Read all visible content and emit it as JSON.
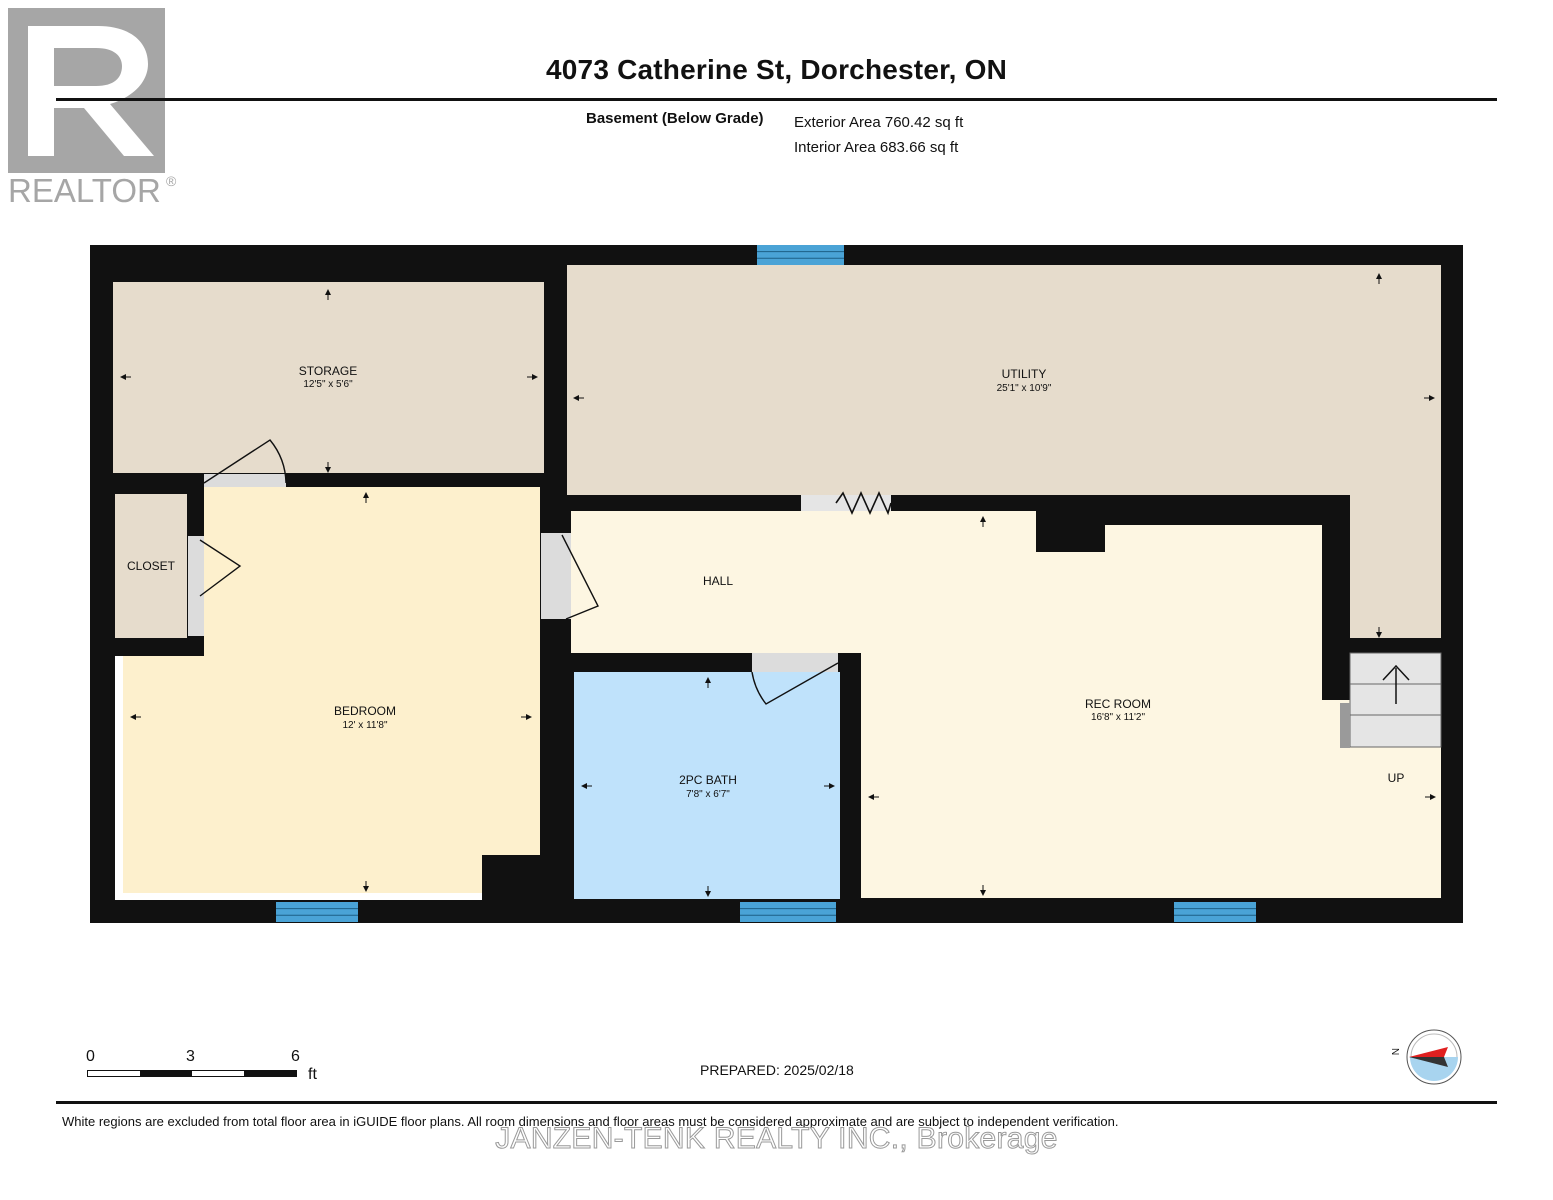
{
  "header": {
    "title": "4073 Catherine St, Dorchester, ON",
    "level": "Basement (Below Grade)",
    "exterior_area": "Exterior Area 760.42 sq ft",
    "interior_area": "Interior Area 683.66 sq ft"
  },
  "logo": {
    "text": "REALTOR",
    "mark": "®"
  },
  "rooms": {
    "storage": {
      "name": "STORAGE",
      "dims": "12'5\" x 5'6\""
    },
    "utility": {
      "name": "UTILITY",
      "dims": "25'1\" x 10'9\""
    },
    "closet": {
      "name": "CLOSET"
    },
    "hall": {
      "name": "HALL"
    },
    "bedroom": {
      "name": "BEDROOM",
      "dims": "12' x 11'8\""
    },
    "bath": {
      "name": "2PC BATH",
      "dims": "7'8\" x 6'7\""
    },
    "rec_room": {
      "name": "REC ROOM",
      "dims": "16'8\" x 11'2\""
    },
    "stairs": {
      "label": "UP"
    }
  },
  "scale": {
    "ticks": [
      "0",
      "3",
      "6"
    ],
    "unit": "ft"
  },
  "prepared": "PREPARED: 2025/02/18",
  "compass": {
    "label": "N"
  },
  "disclaimer": "White regions are excluded from total floor area in iGUIDE floor plans. All room dimensions and floor areas must be considered approximate and are subject to independent verification.",
  "watermark": "JANZEN-TENK REALTY INC., Brokerage",
  "colors": {
    "wall": "#111111",
    "storage": "#e6dccc",
    "utility": "#e6dccc",
    "closet": "#e6dccc",
    "hall": "#fdf6e2",
    "bedroom": "#fdf0cd",
    "bath": "#bfe2fb",
    "rec_room": "#fdf6e2",
    "window": "#4aa3d6"
  }
}
